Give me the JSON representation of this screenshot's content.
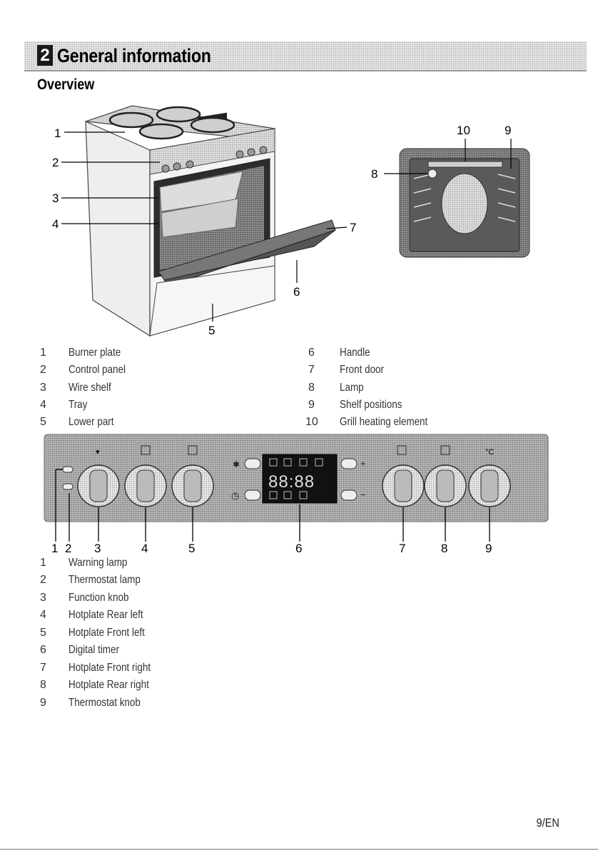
{
  "header": {
    "chapter_number": "2",
    "chapter_title": "General information",
    "section_title": "Overview"
  },
  "overview_callouts": [
    "1",
    "2",
    "3",
    "4",
    "5",
    "6",
    "7",
    "8",
    "10",
    "9"
  ],
  "parts_list_left": [
    {
      "num": "1",
      "label": "Burner plate"
    },
    {
      "num": "2",
      "label": "Control panel"
    },
    {
      "num": "3",
      "label": "Wire shelf"
    },
    {
      "num": "4",
      "label": "Tray"
    },
    {
      "num": "5",
      "label": "Lower part"
    }
  ],
  "parts_list_right": [
    {
      "num": "6",
      "label": "Handle"
    },
    {
      "num": "7",
      "label": "Front door"
    },
    {
      "num": "8",
      "label": "Lamp"
    },
    {
      "num": "9",
      "label": "Shelf positions"
    },
    {
      "num": "10",
      "label": "Grill heating element"
    }
  ],
  "control_panel": {
    "display_digits": "88:88",
    "callouts": [
      "1",
      "2",
      "3",
      "4",
      "5",
      "6",
      "7",
      "8",
      "9"
    ]
  },
  "control_list": [
    {
      "num": "1",
      "label": "Warning lamp"
    },
    {
      "num": "2",
      "label": "Thermostat lamp"
    },
    {
      "num": "3",
      "label": "Function knob"
    },
    {
      "num": "4",
      "label": "Hotplate Rear left"
    },
    {
      "num": "5",
      "label": "Hotplate Front left"
    },
    {
      "num": "6",
      "label": "Digital timer"
    },
    {
      "num": "7",
      "label": "Hotplate Front right"
    },
    {
      "num": "8",
      "label": "Hotplate Rear right"
    },
    {
      "num": "9",
      "label": "Thermostat knob"
    }
  ],
  "footer": {
    "page_label": "9/EN"
  }
}
